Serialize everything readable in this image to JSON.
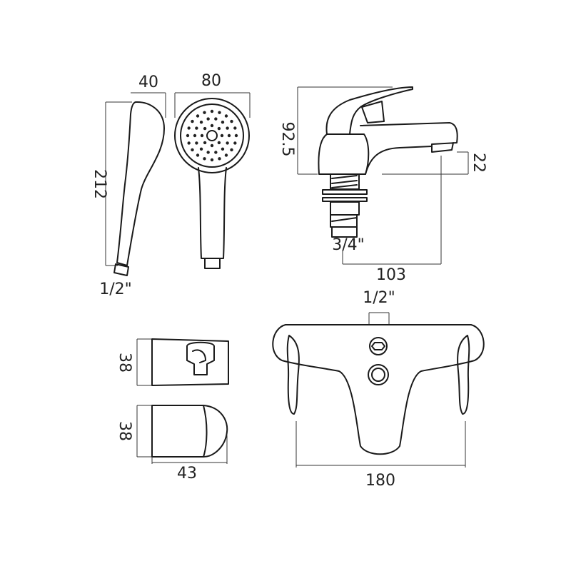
{
  "dimensions": {
    "handshower_depth": "40",
    "handshower_width": "80",
    "handshower_length": "212",
    "handshower_thread": "1/2\"",
    "spout_height": "92.5",
    "spout_outlet_height": "22",
    "tail_thread": "3/4\"",
    "spout_reach": "103",
    "mixer_outlet": "1/2\"",
    "holder_height_top": "38",
    "holder_height_bottom": "38",
    "holder_depth": "43",
    "mixer_centres": "180"
  },
  "colors": {
    "line": "#1a1a1a",
    "background": "#ffffff"
  }
}
